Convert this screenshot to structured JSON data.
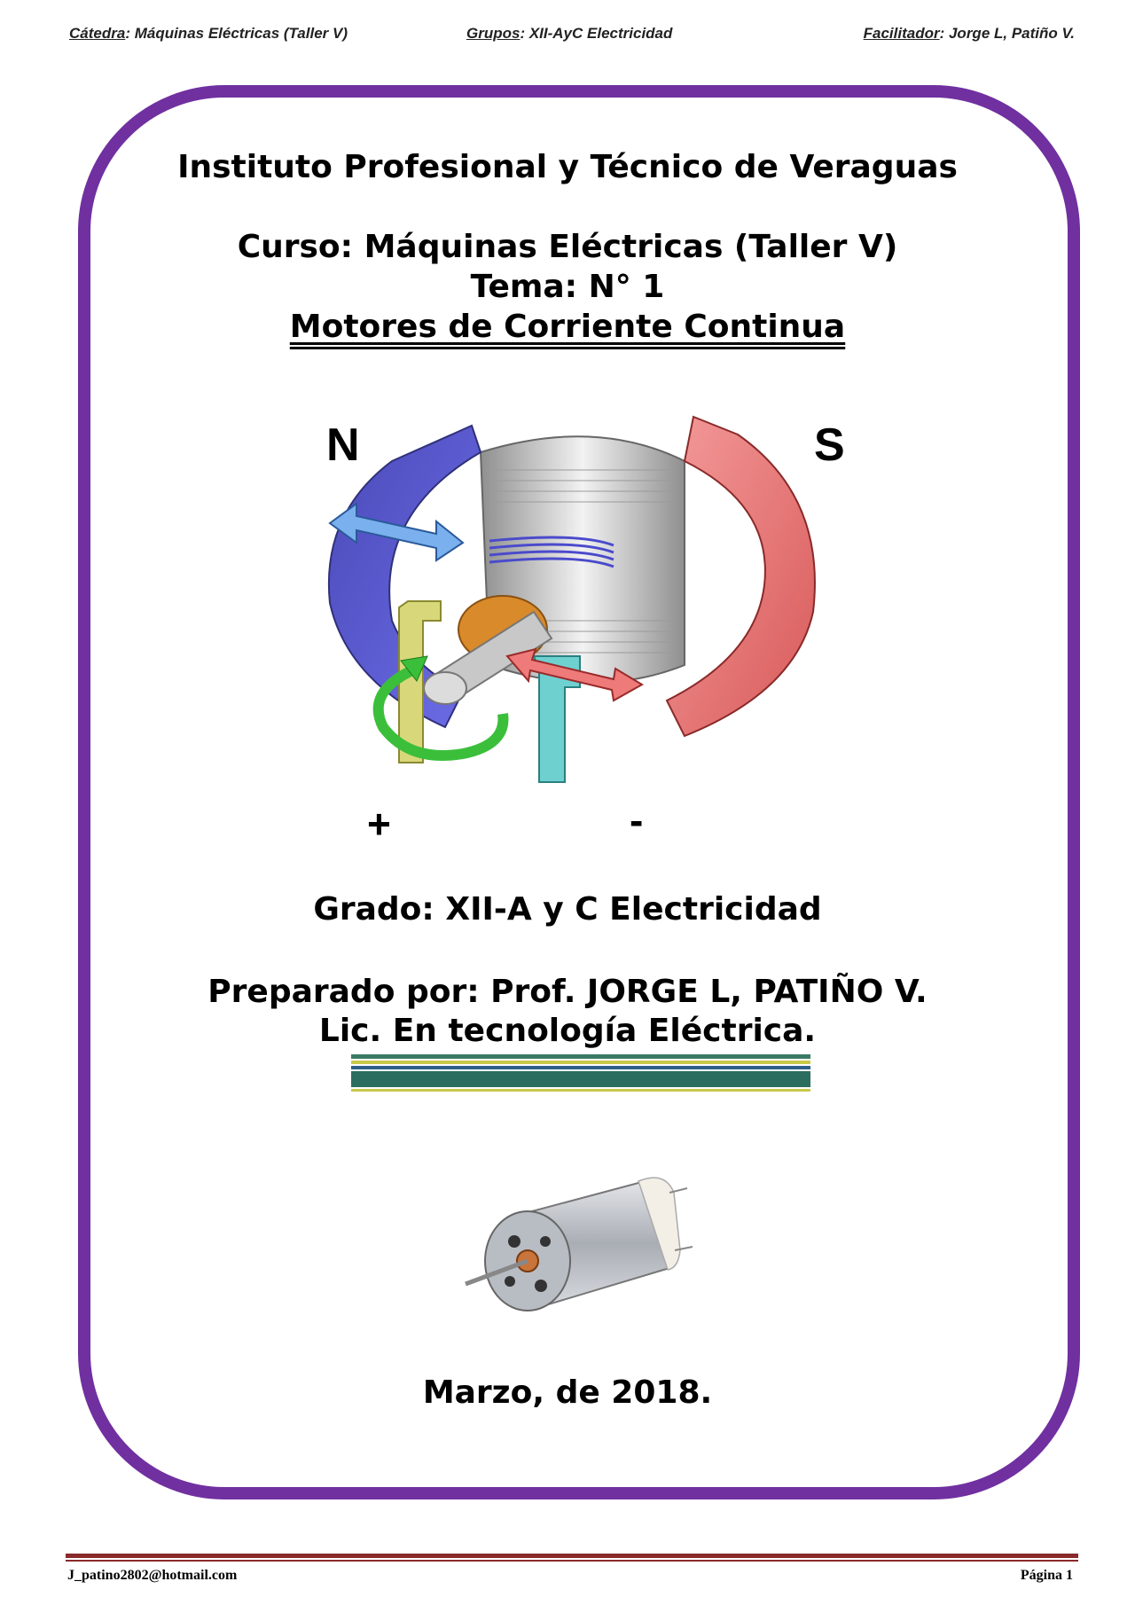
{
  "header": {
    "catedra_key": "Cátedra",
    "catedra_value": ": Máquinas Eléctricas (Taller V)",
    "grupos_key": "Grupos",
    "grupos_value": ": XII-AyC Electricidad",
    "facilitador_key": "Facilitador",
    "facilitador_value": ": Jorge L, Patiño V."
  },
  "cover": {
    "institution": "Instituto Profesional y Técnico de Veraguas",
    "course": "Curso: Máquinas Eléctricas (Taller V)",
    "topic": "Tema: N° 1",
    "subject": "Motores de Corriente Continua",
    "grade": "Grado: XII-A y C Electricidad",
    "prepared_by": "Preparado por: Prof. JORGE L, PATIÑO V.",
    "degree": "Lic. En tecnología Eléctrica.",
    "date": "Marzo, de 2018."
  },
  "diagram": {
    "north_label": "N",
    "south_label": "S",
    "plus_label": "+",
    "minus_label": "-",
    "colors": {
      "north_pole": "#5b5bd6",
      "south_pole": "#e86a6a",
      "armature": "#b8b8b8",
      "commutator": "#d98a2a",
      "brush_plus": "#d8d87a",
      "brush_minus": "#6fd0d0",
      "rotation_arrow": "#3bbf3b",
      "flux_arrow_blue": "#7ab0ee",
      "flux_arrow_red": "#ee7a7a"
    }
  },
  "footer": {
    "email": "J_patino2802@hotmail.com",
    "page": "Página 1"
  },
  "frame_color": "#7030a0"
}
